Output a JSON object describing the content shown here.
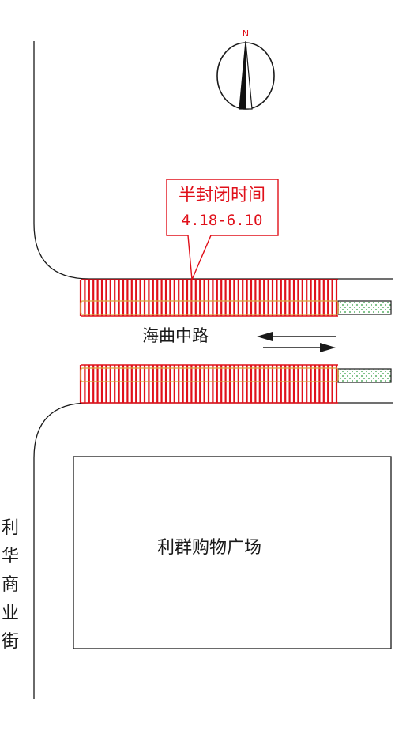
{
  "compass": {
    "label": "N",
    "icon": "north-arrow-icon"
  },
  "callout": {
    "line1": "半封闭时间",
    "line2": "4.18-6.10"
  },
  "road": {
    "name": "海曲中路",
    "traffic_icon": "two-way-traffic-arrows-icon"
  },
  "building": {
    "name": "利群购物广场"
  },
  "side_street": {
    "name": [
      "利",
      "华",
      "商",
      "业",
      "街"
    ]
  },
  "colors": {
    "closure_hatch": "#e0101a",
    "closure_outline": "#d9a640",
    "green_strip": "#2a9a3a",
    "line": "#1a1a1a",
    "callout_border": "#e0101a"
  }
}
